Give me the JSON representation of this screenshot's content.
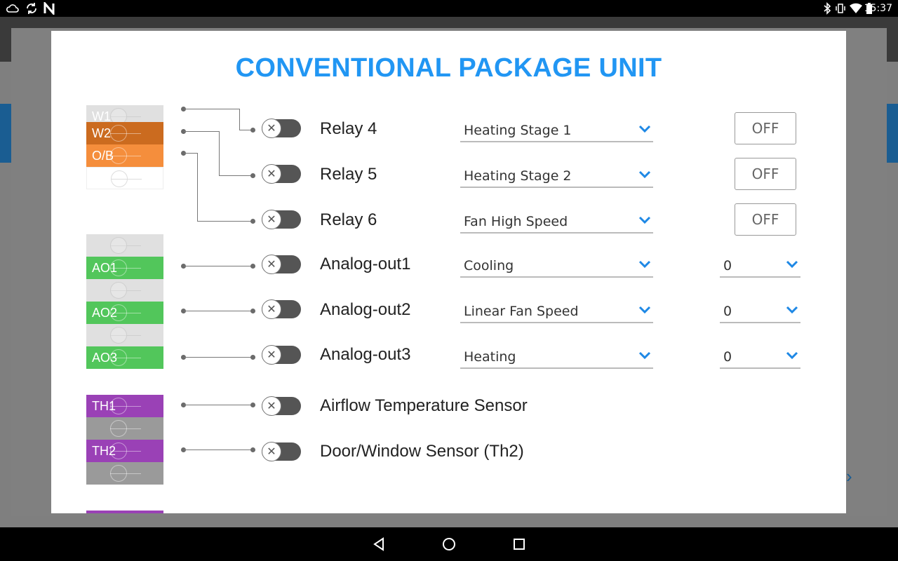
{
  "status_bar": {
    "time": "15:37",
    "left_icons": [
      "cloud-icon",
      "sync-icon",
      "n-app-icon"
    ],
    "right_icons": [
      "bluetooth-icon",
      "vibrate-icon",
      "wifi-icon",
      "battery-icon"
    ]
  },
  "dialog": {
    "title": "CONVENTIONAL PACKAGE UNIT",
    "terminals": [
      {
        "label": "W1",
        "color": "#e0e0e0"
      },
      {
        "label": "W2",
        "color": "#cb6b1f"
      },
      {
        "label": "O/B",
        "color": "#f58e3c"
      },
      {
        "label": "",
        "color": "#ffffff"
      },
      {
        "label": "",
        "color": "#e0e0e0"
      },
      {
        "label": "AO1",
        "color": "#52c65b"
      },
      {
        "label": "",
        "color": "#e0e0e0"
      },
      {
        "label": "AO2",
        "color": "#52c65b"
      },
      {
        "label": "",
        "color": "#e0e0e0"
      },
      {
        "label": "AO3",
        "color": "#52c65b"
      },
      {
        "label": "TH1",
        "color": "#9a41b6"
      },
      {
        "label": "",
        "color": "#9a9a9a"
      },
      {
        "label": "TH2",
        "color": "#9a41b6"
      },
      {
        "label": "",
        "color": "#9a9a9a"
      }
    ],
    "rows": [
      {
        "label": "Relay 4",
        "toggle_glyph": "✕",
        "mode": "Heating Stage 1",
        "button": "OFF"
      },
      {
        "label": "Relay 5",
        "toggle_glyph": "✕",
        "mode": "Heating Stage 2",
        "button": "OFF"
      },
      {
        "label": "Relay 6",
        "toggle_glyph": "✕",
        "mode": "Fan High Speed",
        "button": "OFF"
      },
      {
        "label": "Analog-out1",
        "toggle_glyph": "✕",
        "mode": "Cooling",
        "value": "0"
      },
      {
        "label": "Analog-out2",
        "toggle_glyph": "✕",
        "mode": "Linear Fan Speed",
        "value": "0"
      },
      {
        "label": "Analog-out3",
        "toggle_glyph": "✕",
        "mode": "Heating",
        "value": "0"
      },
      {
        "label": "Airflow Temperature Sensor",
        "toggle_glyph": "✕"
      },
      {
        "label": "Door/Window Sensor (Th2)",
        "toggle_glyph": "✕"
      }
    ]
  },
  "colors": {
    "title_blue": "#2196f3",
    "chevron_blue": "#1e88e5",
    "toggle_track": "#555555"
  },
  "nav_bar": {
    "icons": [
      "back-icon",
      "home-icon",
      "recents-icon"
    ]
  }
}
